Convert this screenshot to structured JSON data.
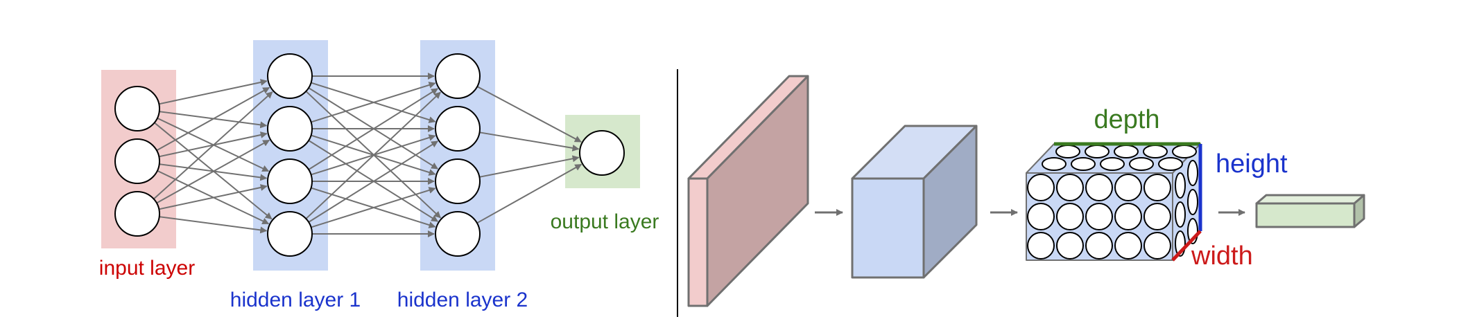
{
  "labels": {
    "input_layer": "input layer",
    "hidden_layer_1": "hidden layer 1",
    "hidden_layer_2": "hidden layer 2",
    "output_layer": "output layer",
    "depth": "depth",
    "height": "height",
    "width": "width"
  },
  "colors": {
    "input": "#cc0000",
    "hidden": "#1a33cc",
    "output": "#3a7a20",
    "depth": "#3a7a20",
    "height": "#1a33cc",
    "width": "#cc1a1a",
    "input_band": "#f2cccc",
    "hidden_band": "#c9d8f5",
    "output_band": "#d6e8cc",
    "edge": "#707070"
  },
  "network": {
    "layer_sizes": [
      3,
      4,
      4,
      1
    ]
  }
}
